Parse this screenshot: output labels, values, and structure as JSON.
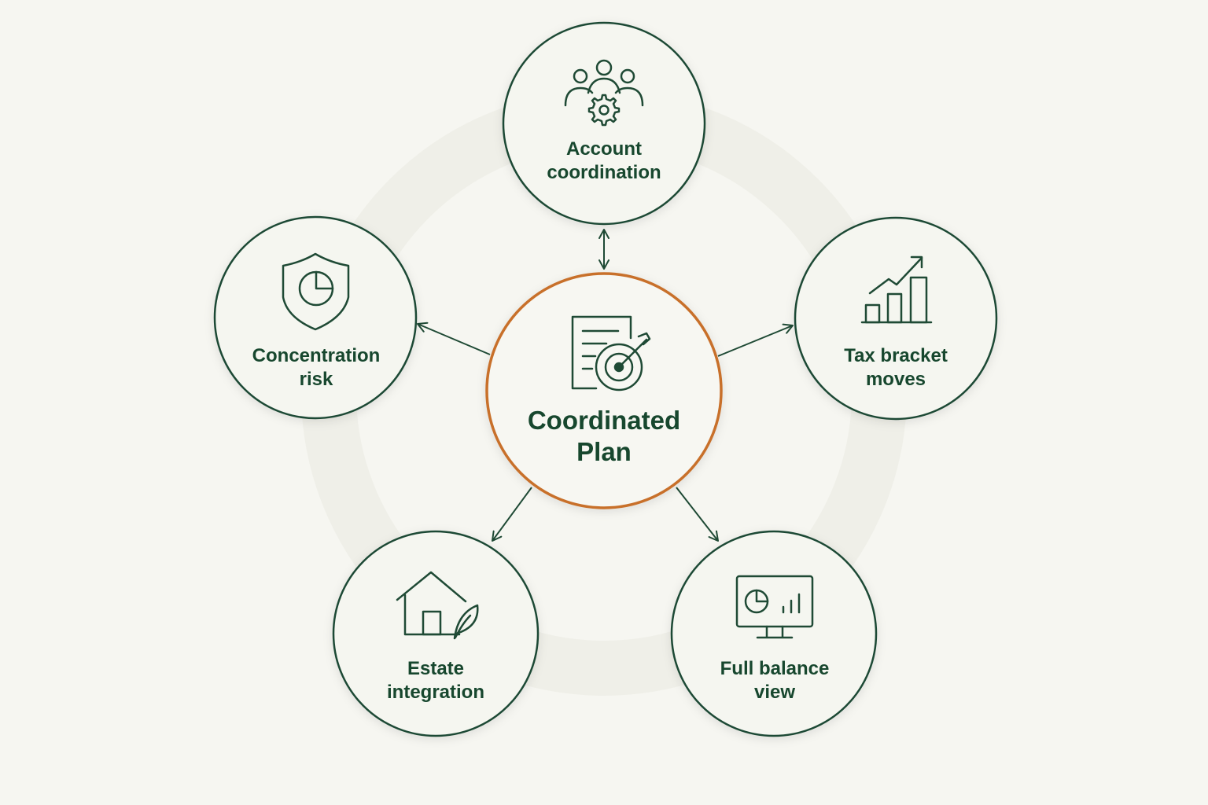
{
  "center": {
    "title_line1": "Coordinated",
    "title_line2": "Plan",
    "icon": "document-target-icon"
  },
  "nodes": [
    {
      "id": "account",
      "line1": "Account",
      "line2": "coordination",
      "icon": "people-gear-icon",
      "arrow": "bidirectional"
    },
    {
      "id": "tax",
      "line1": "Tax bracket",
      "line2": "moves",
      "icon": "growth-chart-icon",
      "arrow": "outward"
    },
    {
      "id": "balance",
      "line1": "Full balance",
      "line2": "view",
      "icon": "monitor-dashboard-icon",
      "arrow": "outward"
    },
    {
      "id": "estate",
      "line1": "Estate",
      "line2": "integration",
      "icon": "house-leaf-icon",
      "arrow": "outward"
    },
    {
      "id": "concentration",
      "line1": "Concentration",
      "line2": "risk",
      "icon": "shield-pie-icon",
      "arrow": "outward"
    }
  ],
  "colors": {
    "background": "#f6f6f1",
    "ring": "#efefe9",
    "node_stroke": "#1f4a35",
    "node_fill": "#f5f6f0",
    "center_stroke": "#c8702c",
    "text": "#17472e"
  }
}
